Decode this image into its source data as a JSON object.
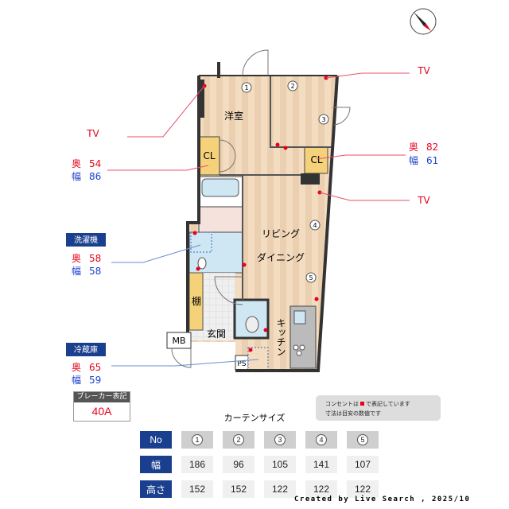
{
  "colors": {
    "floor": "#f3dcc0",
    "floor_stripe": "#ead0b0",
    "closet": "#f5d27a",
    "wet": "#cfe7f3",
    "wall": "#333333",
    "outlet": "#e8001c",
    "depth_text": "#e8001c",
    "width_text": "#1a3fd0",
    "header_blue": "#1b3f8f",
    "tv_line": "#e8506a",
    "appliance_line": "#6a8ed0"
  },
  "compass": {
    "icon": "compass-north-arrow"
  },
  "rooms": {
    "western": "洋室",
    "cl_left": "CL",
    "cl_right": "CL",
    "living": "リビング",
    "dining": "ダイニング",
    "kitchen": "キッチン",
    "entrance": "玄関",
    "shelf": "棚",
    "mb": "MB",
    "ps": "PS"
  },
  "windows": [
    "1",
    "2",
    "3",
    "4",
    "5"
  ],
  "annotations": {
    "tv_left": "TV",
    "tv_right_top": "TV",
    "tv_right_bottom": "TV",
    "cl_left": {
      "depth_label": "奥",
      "depth": "54",
      "width_label": "幅",
      "width": "86"
    },
    "cl_right": {
      "depth_label": "奥",
      "depth": "82",
      "width_label": "幅",
      "width": "61"
    },
    "washer": {
      "title": "洗濯機",
      "depth_label": "奥",
      "depth": "58",
      "width_label": "幅",
      "width": "58"
    },
    "fridge": {
      "title": "冷蔵庫",
      "depth_label": "奥",
      "depth": "65",
      "width_label": "幅",
      "width": "59"
    }
  },
  "breaker": {
    "label": "ブレーカー表記",
    "value": "40A"
  },
  "legend": {
    "line1_a": "コンセントは",
    "line1_b": "で表記しています",
    "line2": "寸法は目安の数値です"
  },
  "curtain": {
    "title": "カーテンサイズ",
    "row_headers": [
      "No",
      "幅",
      "高さ"
    ],
    "numbers": [
      "1",
      "2",
      "3",
      "4",
      "5"
    ],
    "widths": [
      "186",
      "96",
      "105",
      "141",
      "107"
    ],
    "heights": [
      "152",
      "152",
      "122",
      "122",
      "122"
    ]
  },
  "footer": "Created by Live Search , 2025/10"
}
